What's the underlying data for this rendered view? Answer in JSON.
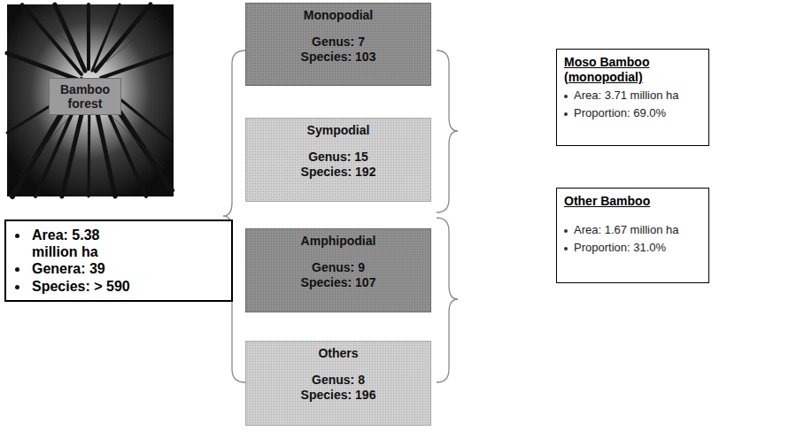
{
  "diagram": {
    "nodes": [
      {
        "text": [
          "Bamboo forest"
        ]
      },
      {
        "text": [
          "Area: 5.38 million ha",
          "Genera: 39",
          "Species: > 590"
        ]
      },
      {
        "text": [
          "Monopodial",
          "Genus: 7",
          "Species: 103"
        ]
      },
      {
        "text": [
          "Sympodial",
          "Genus: 15",
          "Species: 192"
        ]
      },
      {
        "text": [
          "Amphipodial",
          "Genus: 9",
          "Species: 107"
        ]
      },
      {
        "text": [
          "Others",
          "Genus: 8",
          "Species: 196"
        ]
      },
      {
        "text": [
          "Moso Bamboo (monopodial)",
          "Area: 3.71 million ha",
          "Proportion: 69.0%"
        ]
      },
      {
        "text": [
          "Other Bamboo",
          "Area: 1.67 million ha",
          "Proportion: 31.0%"
        ]
      }
    ]
  }
}
